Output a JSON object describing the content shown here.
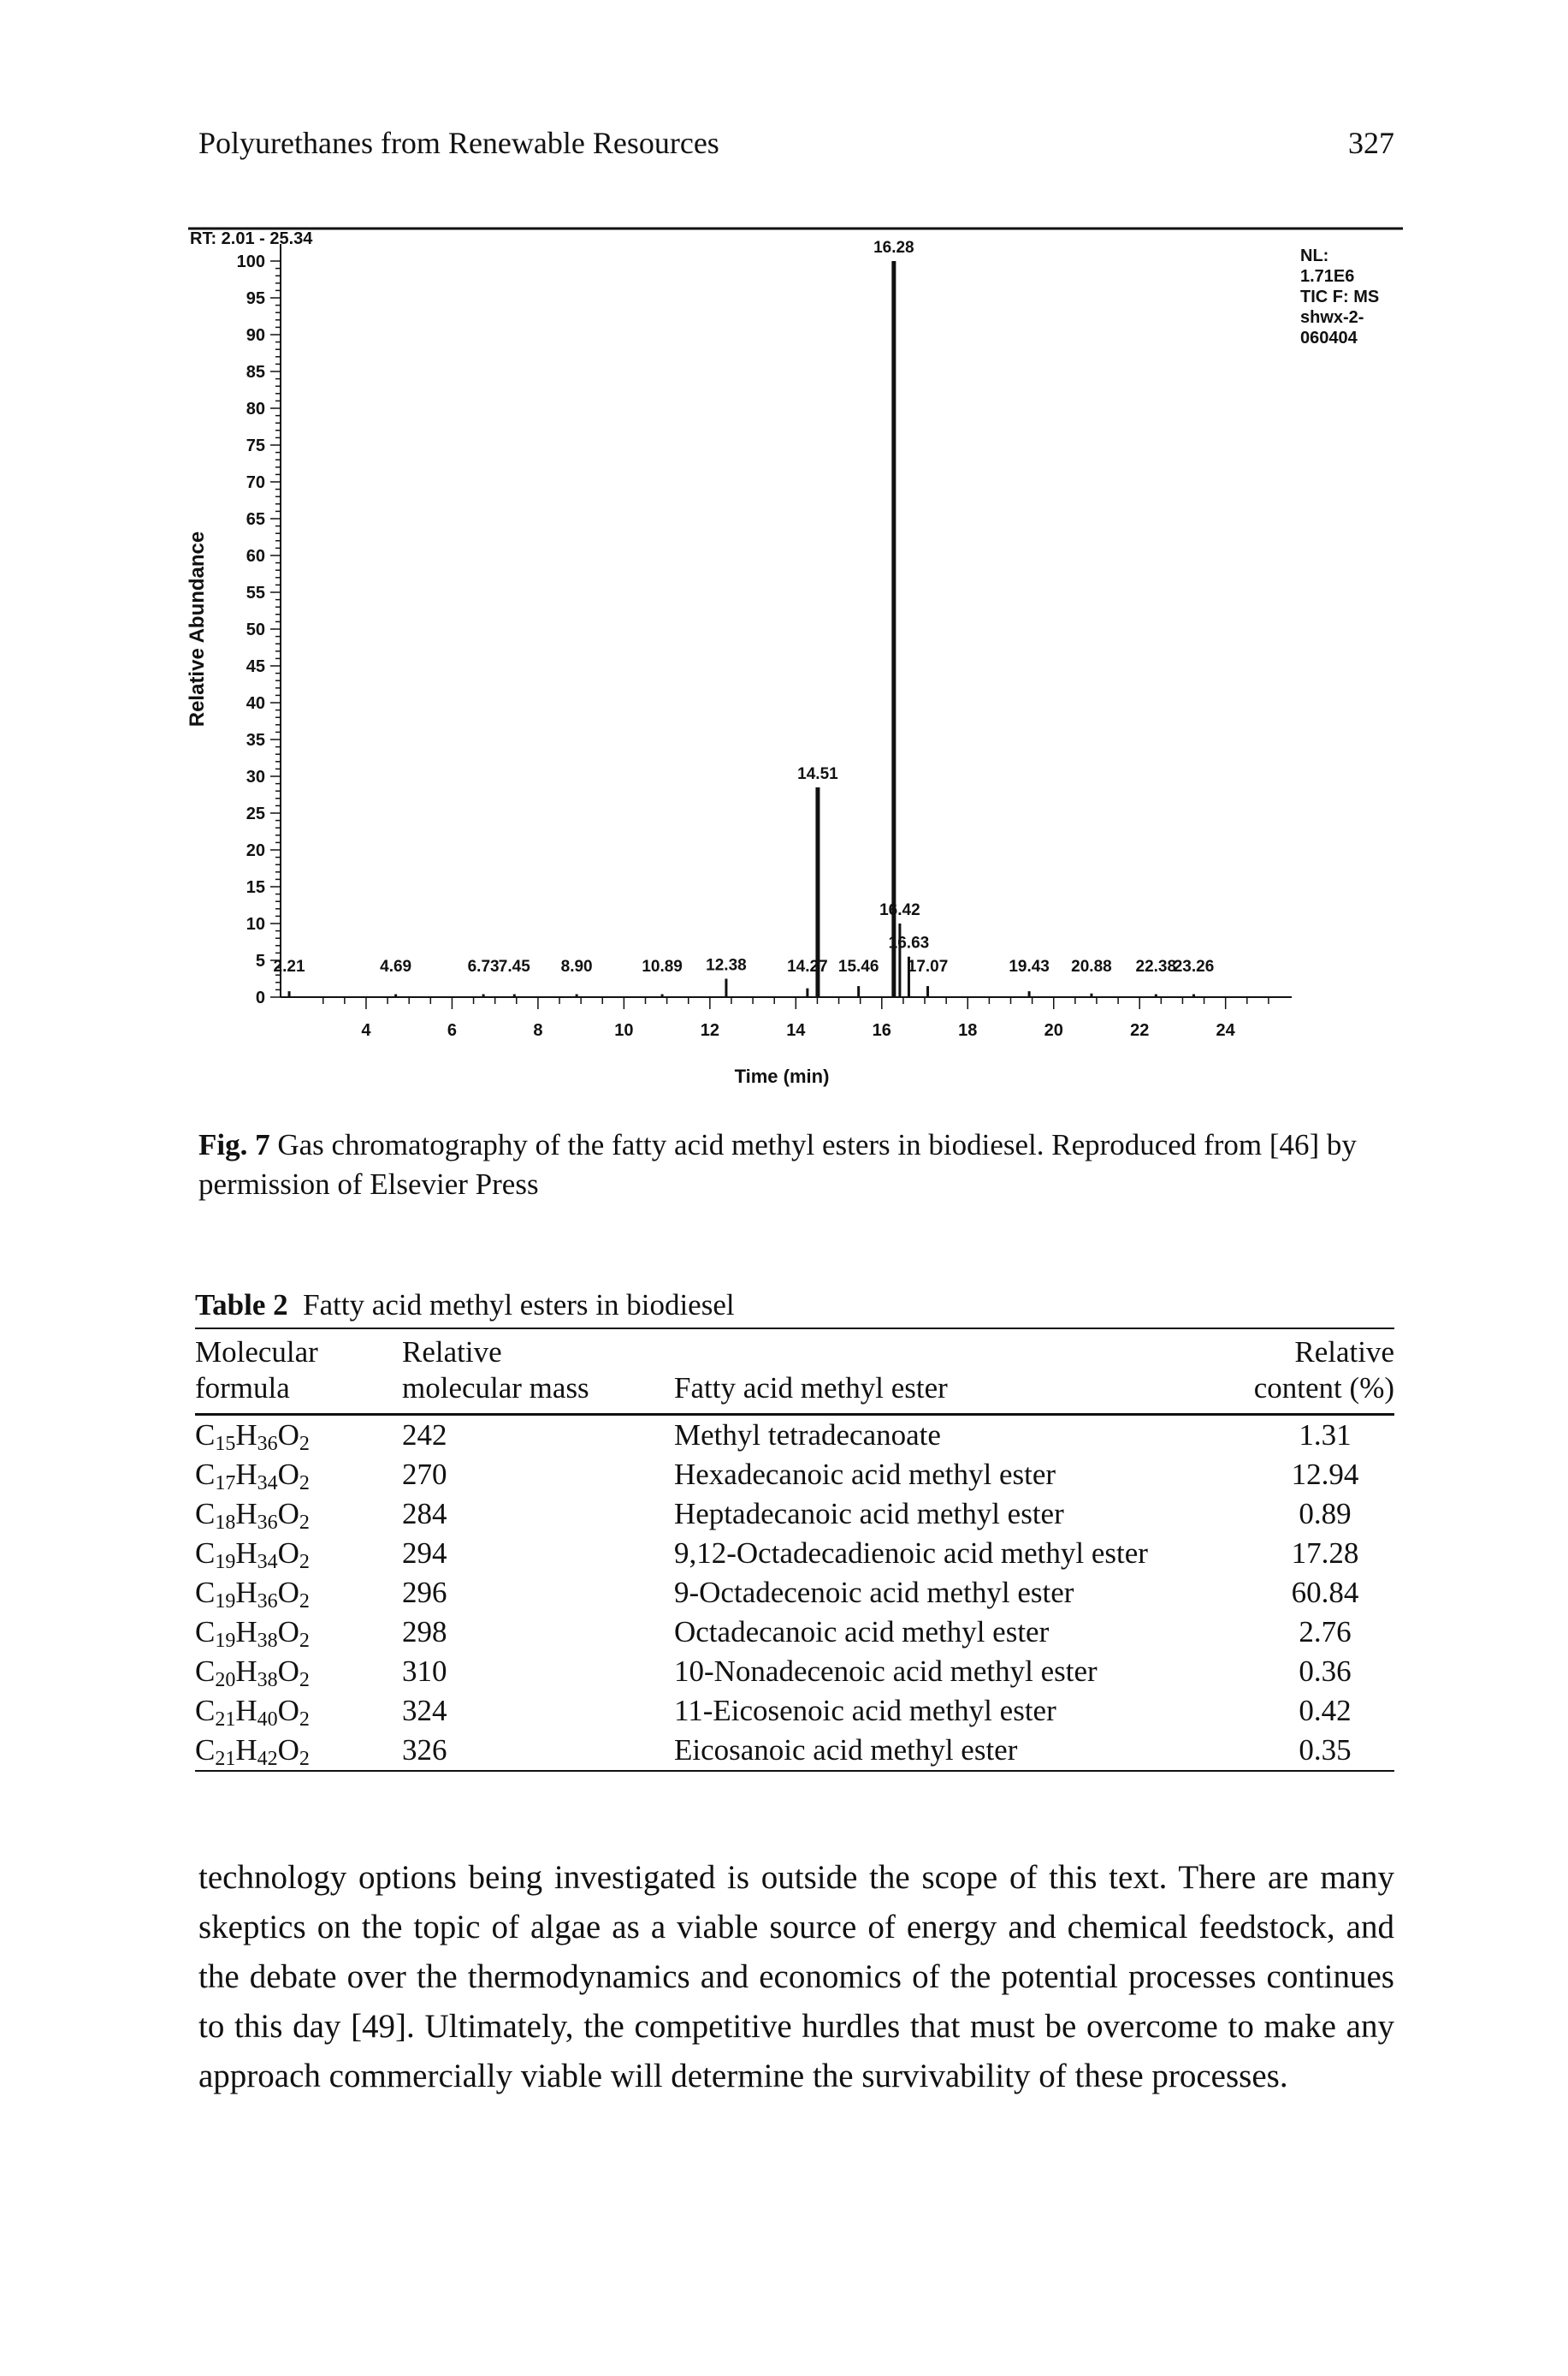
{
  "header": {
    "title": "Polyurethanes from Renewable Resources",
    "page_number": "327"
  },
  "figure": {
    "caption_label": "Fig. 7",
    "caption_text": "Gas chromatography of the fatty acid methyl esters in biodiesel. Reproduced from [46] by permission of Elsevier Press"
  },
  "chart_data": {
    "type": "line",
    "rt_label": "RT: 2.01 - 25.34",
    "info_lines": [
      "NL:",
      "1.71E6",
      "TIC F: MS",
      "shwx-2-",
      "060404"
    ],
    "xlabel": "Time (min)",
    "ylabel": "Relative Abundance",
    "xlim": [
      2.01,
      25.34
    ],
    "ylim": [
      0,
      100
    ],
    "x_ticks": [
      4,
      6,
      8,
      10,
      12,
      14,
      16,
      18,
      20,
      22,
      24
    ],
    "y_ticks": [
      0,
      5,
      10,
      15,
      20,
      25,
      30,
      35,
      40,
      45,
      50,
      55,
      60,
      65,
      70,
      75,
      80,
      85,
      90,
      95,
      100
    ],
    "peaks": [
      {
        "x": 2.21,
        "y": 0.8,
        "label": "2.21"
      },
      {
        "x": 4.69,
        "y": 0.4,
        "label": "4.69"
      },
      {
        "x": 6.73,
        "y": 0.4,
        "label": "6.73"
      },
      {
        "x": 7.45,
        "y": 0.4,
        "label": "7.45"
      },
      {
        "x": 8.9,
        "y": 0.4,
        "label": "8.90"
      },
      {
        "x": 10.89,
        "y": 0.4,
        "label": "10.89"
      },
      {
        "x": 12.38,
        "y": 2.5,
        "label": "12.38"
      },
      {
        "x": 14.27,
        "y": 1.2,
        "label": "14.27"
      },
      {
        "x": 14.51,
        "y": 28.5,
        "label": "14.51"
      },
      {
        "x": 15.46,
        "y": 1.5,
        "label": "15.46"
      },
      {
        "x": 16.28,
        "y": 100,
        "label": "16.28"
      },
      {
        "x": 16.42,
        "y": 10.0,
        "label": "16.42"
      },
      {
        "x": 16.63,
        "y": 5.5,
        "label": "16.63"
      },
      {
        "x": 17.07,
        "y": 1.5,
        "label": "17.07"
      },
      {
        "x": 19.43,
        "y": 0.8,
        "label": "19.43"
      },
      {
        "x": 20.88,
        "y": 0.5,
        "label": "20.88"
      },
      {
        "x": 22.38,
        "y": 0.4,
        "label": "22.38"
      },
      {
        "x": 23.26,
        "y": 0.4,
        "label": "23.26"
      }
    ]
  },
  "table": {
    "label": "Table 2",
    "title": "Fatty acid methyl esters in biodiesel",
    "headers": {
      "col1_line1": "Molecular",
      "col1_line2": "formula",
      "col2_line1": "Relative",
      "col2_line2": "molecular mass",
      "col3": "Fatty acid methyl ester",
      "col4_line1": "Relative",
      "col4_line2": "content (%)"
    },
    "rows": [
      {
        "c": "15",
        "h": "36",
        "mass": "242",
        "name": "Methyl tetradecanoate",
        "content": "1.31"
      },
      {
        "c": "17",
        "h": "34",
        "mass": "270",
        "name": "Hexadecanoic acid methyl ester",
        "content": "12.94"
      },
      {
        "c": "18",
        "h": "36",
        "mass": "284",
        "name": "Heptadecanoic acid methyl ester",
        "content": "0.89"
      },
      {
        "c": "19",
        "h": "34",
        "mass": "294",
        "name": "9,12-Octadecadienoic acid methyl ester",
        "content": "17.28"
      },
      {
        "c": "19",
        "h": "36",
        "mass": "296",
        "name": "9-Octadecenoic acid methyl ester",
        "content": "60.84"
      },
      {
        "c": "19",
        "h": "38",
        "mass": "298",
        "name": "Octadecanoic acid methyl ester",
        "content": "2.76"
      },
      {
        "c": "20",
        "h": "38",
        "mass": "310",
        "name": "10-Nonadecenoic acid methyl ester",
        "content": "0.36"
      },
      {
        "c": "21",
        "h": "40",
        "mass": "324",
        "name": "11-Eicosenoic acid methyl ester",
        "content": "0.42"
      },
      {
        "c": "21",
        "h": "42",
        "mass": "326",
        "name": "Eicosanoic acid methyl ester",
        "content": "0.35"
      }
    ]
  },
  "body_text": "technology options being investigated is outside the scope of this text. There are many skeptics on the topic of algae as a viable source of energy and chemical feedstock, and the debate over the thermodynamics and economics of the potential processes continues to this day [49]. Ultimately, the competitive hurdles that must be overcome to make any approach commercially viable will determine the survivability of these processes."
}
